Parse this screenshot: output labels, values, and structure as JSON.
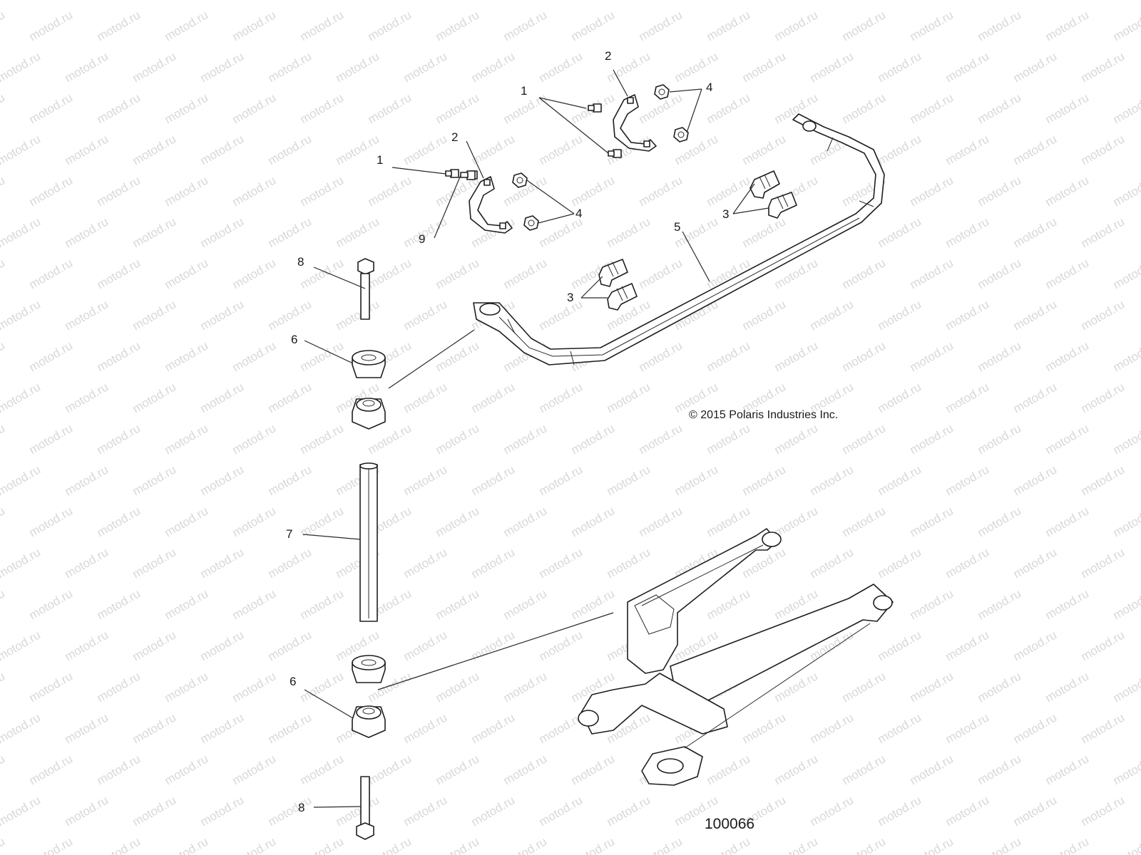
{
  "callouts": {
    "c1a": "1",
    "c1b": "1",
    "c2a": "2",
    "c2b": "2",
    "c3a": "3",
    "c3b": "3",
    "c4a": "4",
    "c4b": "4",
    "c5": "5",
    "c6a": "6",
    "c6b": "6",
    "c7": "7",
    "c8a": "8",
    "c8b": "8",
    "c9": "9"
  },
  "copyright": "© 2015 Polaris Industries Inc.",
  "part_number": "100066",
  "watermark": "motod.ru",
  "colors": {
    "line": "#1e1e1e",
    "watermark": "#d8d8d8",
    "background": "#ffffff"
  }
}
